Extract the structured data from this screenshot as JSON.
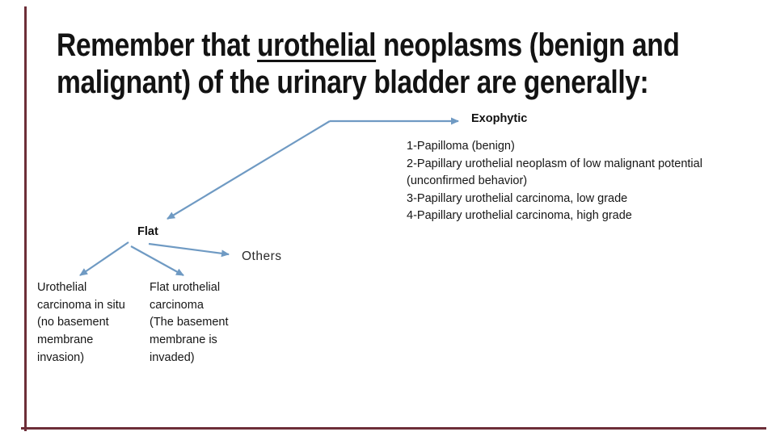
{
  "slide": {
    "title": {
      "line1_pre": "Remember that ",
      "line1_underlined": "urothelial",
      "line1_post": " neoplasms (benign and",
      "line2": "malignant) of the urinary bladder are generally:"
    },
    "exophytic": {
      "label": "Exophytic",
      "lines": [
        "1-Papilloma (benign)",
        "2-Papillary urothelial neoplasm of low malignant potential",
        "(unconfirmed behavior)",
        "3-Papillary urothelial carcinoma, low grade",
        "4-Papillary urothelial carcinoma, high grade"
      ]
    },
    "flat": {
      "label": "Flat",
      "others_label": "Others",
      "in_situ_lines": [
        "Urothelial",
        "carcinoma in situ",
        "(no basement",
        "membrane",
        "invasion)"
      ],
      "invasive_lines": [
        "Flat urothelial",
        "carcinoma",
        "(The basement",
        "membrane is",
        "invaded)"
      ]
    },
    "colors": {
      "arrow_blue": "#6f9ac3",
      "border_maroon": "#6d2e38",
      "text_black": "#161616"
    }
  }
}
